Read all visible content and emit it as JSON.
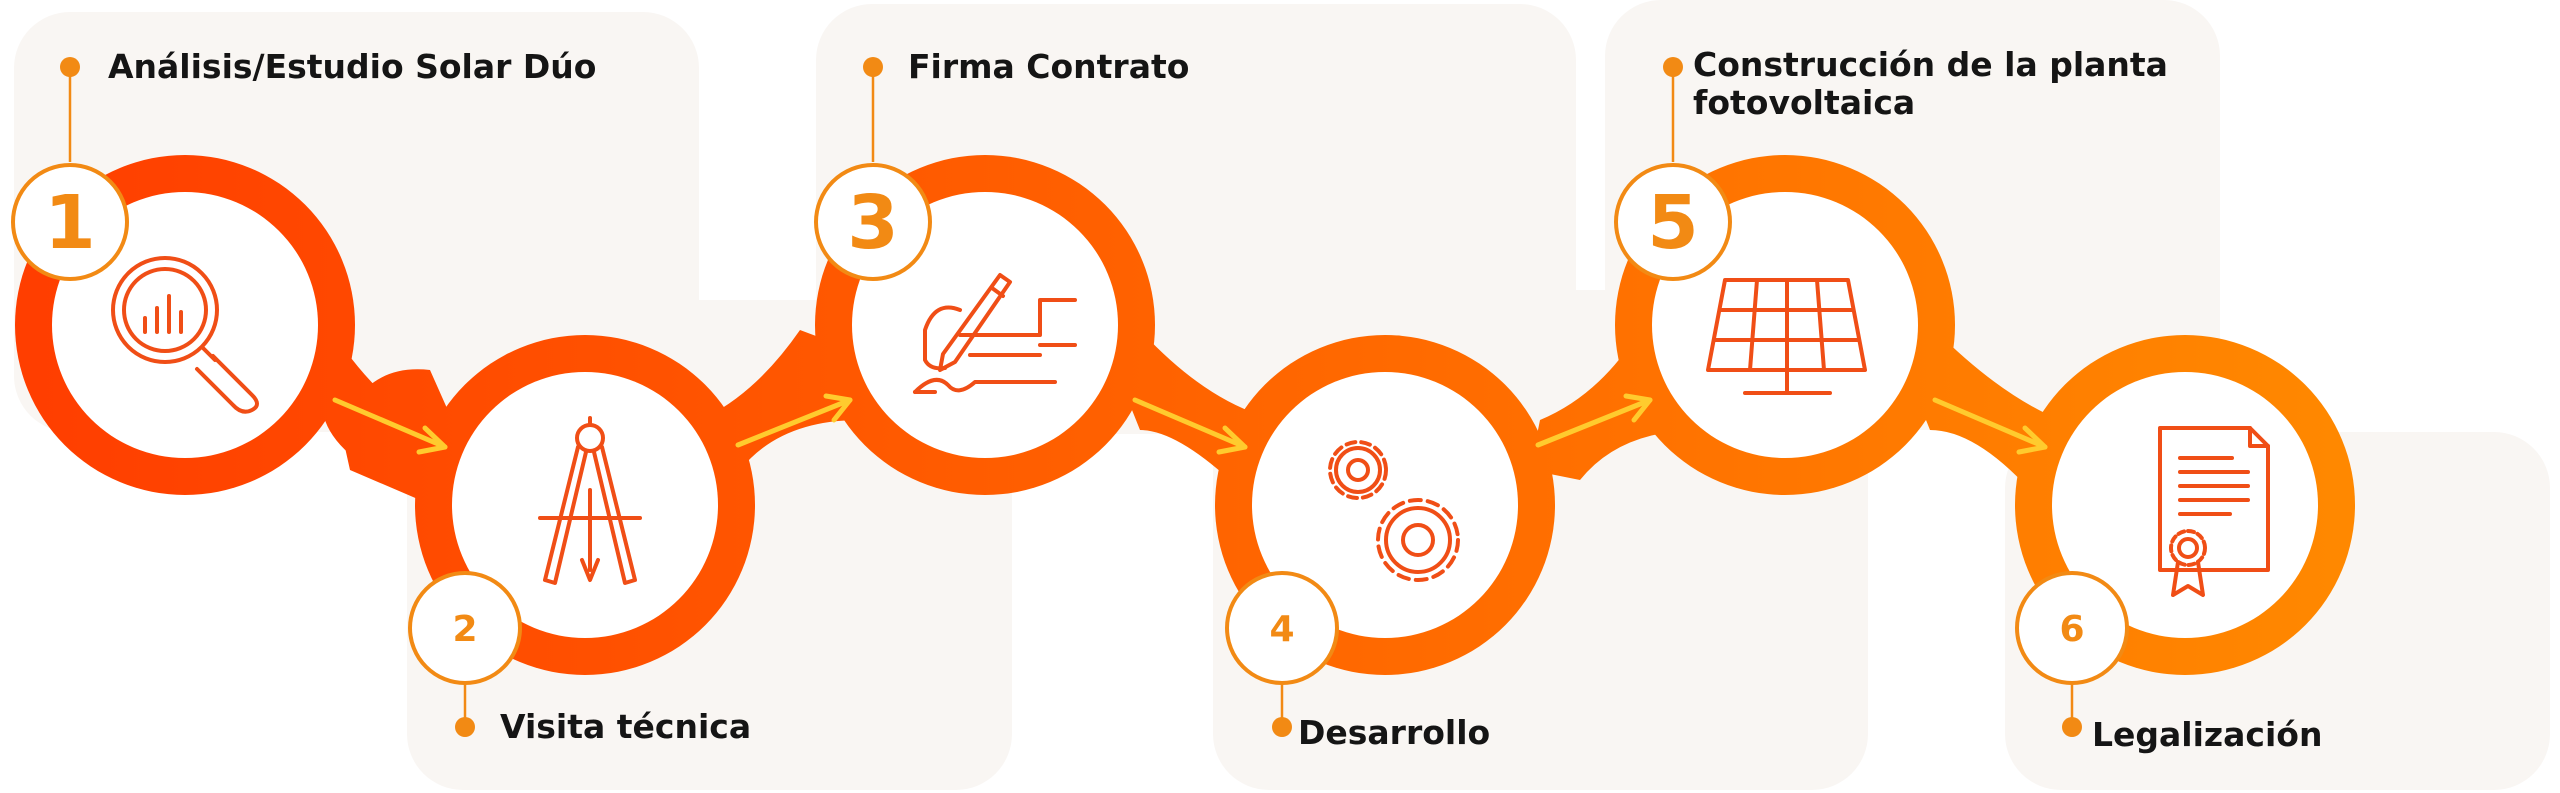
{
  "steps": [
    {
      "number": "1",
      "label": "Análisis/Estudio Solar Dúo",
      "icon": "magnifier-chart-icon"
    },
    {
      "number": "2",
      "label": "Visita técnica",
      "icon": "drafting-compass-icon"
    },
    {
      "number": "3",
      "label": "Firma Contrato",
      "icon": "hand-signing-icon"
    },
    {
      "number": "4",
      "label": "Desarrollo",
      "icon": "gears-icon"
    },
    {
      "number": "5",
      "label": "Construcción de la planta fotovoltaica",
      "label_line1": "Construcción de la planta",
      "label_line2": "fotovoltaica",
      "icon": "solar-panel-icon"
    },
    {
      "number": "6",
      "label": "Legalización",
      "icon": "certificate-icon"
    }
  ],
  "colors": {
    "gradient_start": "#ff3d00",
    "gradient_end": "#ff8f00",
    "icon_stroke": "#f04e16",
    "number": "#f28a14",
    "dot": "#f28a14",
    "arrow": "#ffcb2e",
    "panel": "#f9f6f3",
    "text": "#151515"
  }
}
